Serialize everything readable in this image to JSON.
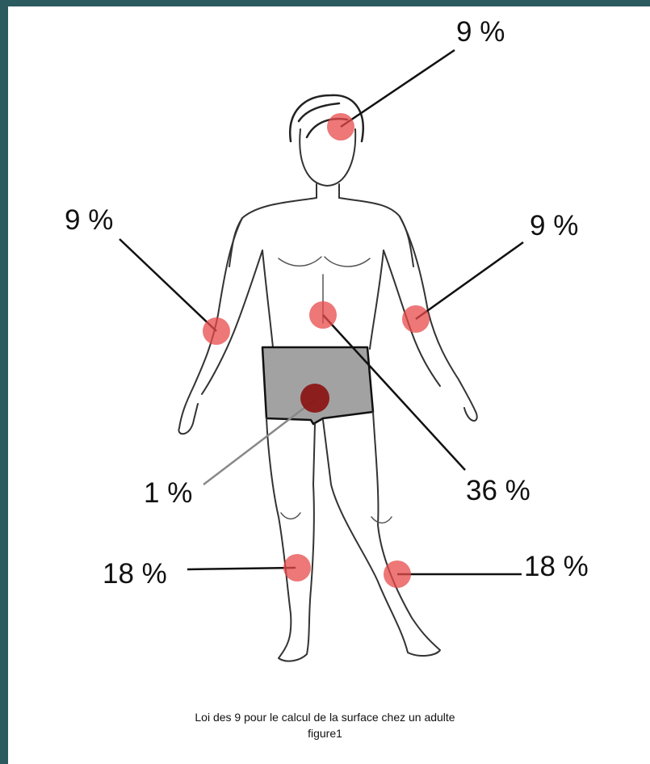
{
  "labels": {
    "head": "9 %",
    "right_arm": "9 %",
    "left_arm": "9 %",
    "trunk": "36 %",
    "genital": "1 %",
    "right_leg": "18 %",
    "left_leg": "18 %"
  },
  "caption": {
    "line1": "Loi des 9 pour le calcul de la surface chez un adulte",
    "line2": "figure1"
  },
  "colors": {
    "frame": "#2b5a5f",
    "marker": "#e84a4a",
    "marker_dark": "#8b0f0f"
  }
}
